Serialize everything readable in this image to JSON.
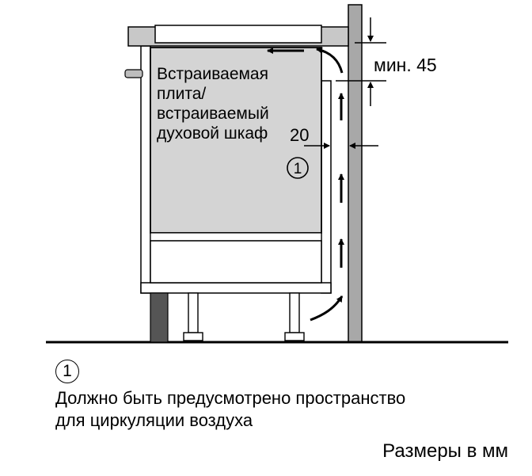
{
  "diagram": {
    "appliance_label": [
      "Встраиваемая",
      "плита/",
      "встраиваемый",
      "духовой шкаф"
    ],
    "dim_top": "мин. 45",
    "dim_gap": "20",
    "callout_marker": "1"
  },
  "legend": {
    "marker": "1",
    "line1": "Должно быть предусмотрено пространство",
    "line2": "для циркуляции воздуха"
  },
  "footer": {
    "units_note": "Размеры в мм"
  },
  "icons": [
    "up-arrow-icon",
    "left-arrow-icon",
    "curved-arrow-icon"
  ],
  "colors": {
    "appliance_fill": "#d4d4d4",
    "wall_fill": "#a8a8a8",
    "leg_fill": "#555555",
    "line": "#000000"
  }
}
